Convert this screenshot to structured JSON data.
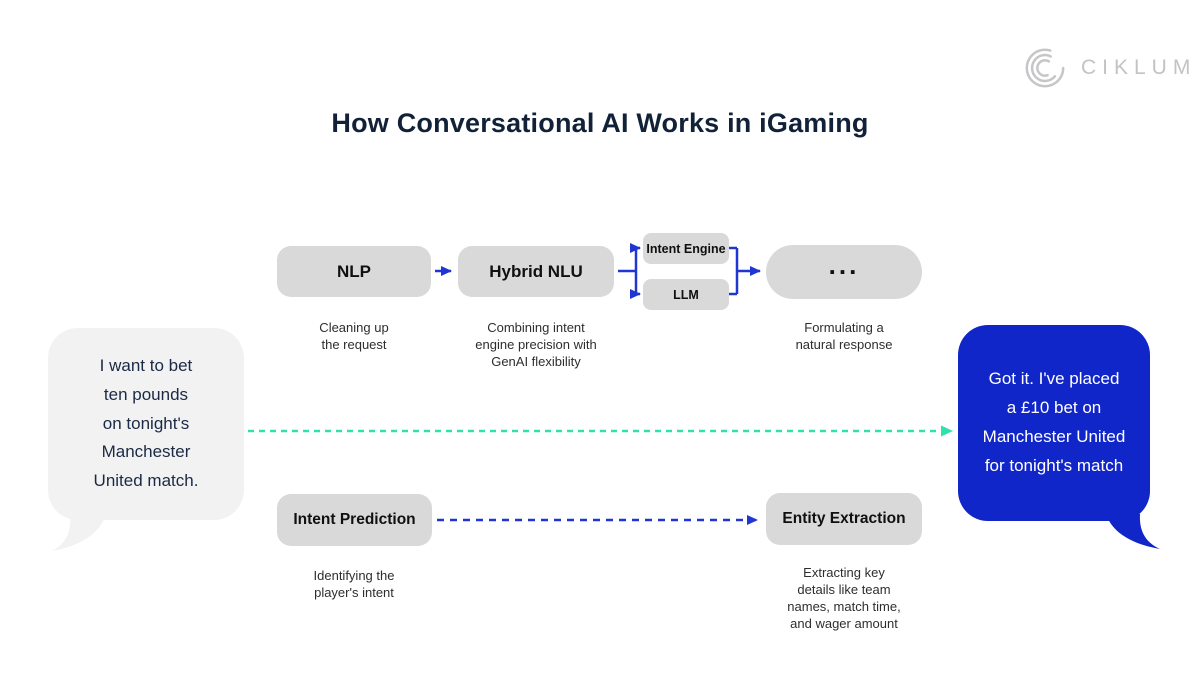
{
  "title": "How Conversational AI Works in iGaming",
  "logo": {
    "text": "CIKLUM",
    "icon": "ciklum-concentric-c-icon"
  },
  "colors": {
    "node_bg": "#d9d9d9",
    "connector_blue": "#2036d2",
    "connector_teal": "#2de2ad",
    "user_bubble_bg": "#f2f2f2",
    "bot_bubble_bg": "#1126c8",
    "title_color": "#112137",
    "logo_gray": "#c3c3c5"
  },
  "flow": {
    "nlp": {
      "label": "NLP",
      "caption": "Cleaning up\nthe request"
    },
    "hybrid_nlu": {
      "label": "Hybrid NLU",
      "caption": "Combining intent\nengine precision with\nGenAI flexibility"
    },
    "intent_engine": {
      "label": "Intent Engine"
    },
    "llm": {
      "label": "LLM"
    },
    "response": {
      "label": "...",
      "caption": "Formulating a\nnatural response"
    },
    "intent_prediction": {
      "label": "Intent Prediction",
      "caption": "Identifying the\nplayer's intent"
    },
    "entity_extraction": {
      "label": "Entity Extraction",
      "caption": "Extracting key\ndetails like team\nnames, match time,\nand wager amount"
    }
  },
  "bubbles": {
    "user": {
      "text": "I want to bet\nten pounds\non tonight's\nManchester\nUnited match."
    },
    "assistant": {
      "text": "Got it. I've placed\na £10 bet on\nManchester United\nfor tonight's match"
    }
  }
}
